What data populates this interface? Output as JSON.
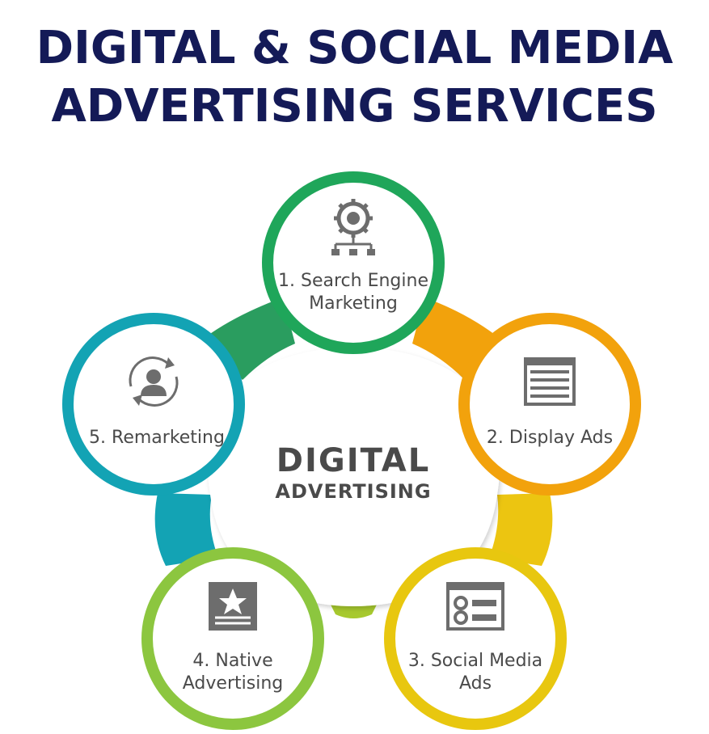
{
  "title": {
    "line1": "DIGITAL & SOCIAL MEDIA",
    "line2": "ADVERTISING SERVICES"
  },
  "hub": {
    "line1": "DIGITAL",
    "line2": "ADVERTISING"
  },
  "colors": {
    "title": "#141a57",
    "hub_text": "#4a4a4a",
    "node_text": "#4a4a4a",
    "icon": "#6d6d6d",
    "search_engine_marketing": "#1fa65a",
    "display_ads": "#f2a20c",
    "social_media_ads": "#e8c70f",
    "native_advertising": "#8cc63f",
    "remarketing": "#13a3b4"
  },
  "nodes": [
    {
      "id": "search-engine-marketing",
      "label_lines": [
        "1. Search Engine",
        "Marketing"
      ],
      "icon": "gear-network-icon",
      "color": "#1fa65a"
    },
    {
      "id": "display-ads",
      "label_lines": [
        "2. Display Ads"
      ],
      "icon": "web-page-icon",
      "color": "#f2a20c"
    },
    {
      "id": "social-media-ads",
      "label_lines": [
        "3. Social Media",
        "Ads"
      ],
      "icon": "social-feed-icon",
      "color": "#e8c70f"
    },
    {
      "id": "native-advertising",
      "label_lines": [
        "4. Native",
        "Advertising"
      ],
      "icon": "star-document-icon",
      "color": "#8cc63f"
    },
    {
      "id": "remarketing",
      "label_lines": [
        "5. Remarketing"
      ],
      "icon": "user-cycle-icon",
      "color": "#13a3b4"
    }
  ]
}
